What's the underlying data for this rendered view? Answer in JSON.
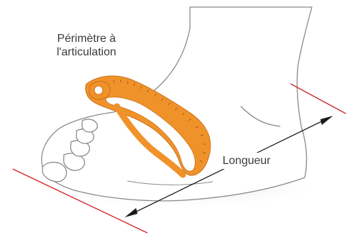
{
  "labels": {
    "circumference_line1": "Périmètre à",
    "circumference_line2": "l'articulation",
    "length": "Longueur"
  },
  "colors": {
    "tape": "#f0922a",
    "tape_edge": "#c9711a",
    "tape_ticks": "#7a3d05",
    "guide_lines": "#d3262b",
    "foot_outline": "#8a8a8a",
    "shadow": "#d9d9d9",
    "arrow": "#1a1a1a",
    "text": "#3a3a3a"
  }
}
